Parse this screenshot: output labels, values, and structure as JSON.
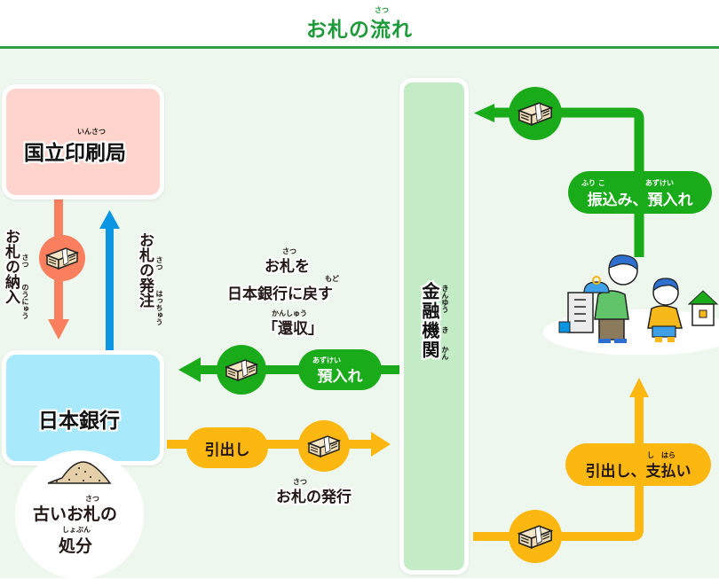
{
  "title": {
    "text": "お札の流れ",
    "ruby": "さつ"
  },
  "colors": {
    "green": "#1aab1a",
    "orange": "#fcb710",
    "salmon": "#fa7f5f",
    "blue": "#0b96e3",
    "pink_box": "#ffd4cd",
    "blue_box": "#a9e9fc",
    "bank_box": "#c2ebc6",
    "background": "#edf7ee",
    "title_green": "#1d9a3a"
  },
  "nodes": {
    "printing_bureau": {
      "label": "国立印刷局",
      "ruby": "いんさつ"
    },
    "bank_of_japan": {
      "label": "日本銀行"
    },
    "financial_institutions": {
      "label": "金融機関",
      "ruby1": "きんゆう",
      "ruby2": "き",
      "ruby3": "かん"
    },
    "disposal": {
      "line1": "古いお札の",
      "ruby1": "さつ",
      "line2": "処分",
      "ruby2": "しょぶん",
      "icon": "shredded-pile-icon"
    },
    "people": {
      "icon": "family-illustration"
    }
  },
  "flows": {
    "delivery": {
      "label": "お札の納入",
      "ruby1": "さつ",
      "ruby2": "のうにゅう",
      "icon": "banknote-bundle-icon"
    },
    "order": {
      "label": "お札の発注",
      "ruby1": "さつ",
      "ruby2": "はっちゅう"
    },
    "return": {
      "line1": "お札を",
      "ruby1": "さつ",
      "line2": "日本銀行に戻す",
      "ruby2": "もど",
      "line3": "「還収」",
      "ruby3": "かんしゅう"
    },
    "deposit_to_boj": {
      "label": "預入れ",
      "ruby": "あずけい",
      "icon": "banknote-bundle-icon"
    },
    "withdraw_from_boj": {
      "label": "引出し",
      "icon": "banknote-bundle-icon"
    },
    "issuance": {
      "label": "お札の発行",
      "ruby": "さつ"
    },
    "transfer_deposit": {
      "label": "振込み、預入れ",
      "ruby1": "ふり こ",
      "ruby2": "あずけい",
      "icon": "banknote-bundle-icon"
    },
    "withdraw_payment": {
      "label": "引出し、支払い",
      "ruby1": "し",
      "ruby2": "はら",
      "icon": "banknote-bundle-icon"
    }
  }
}
